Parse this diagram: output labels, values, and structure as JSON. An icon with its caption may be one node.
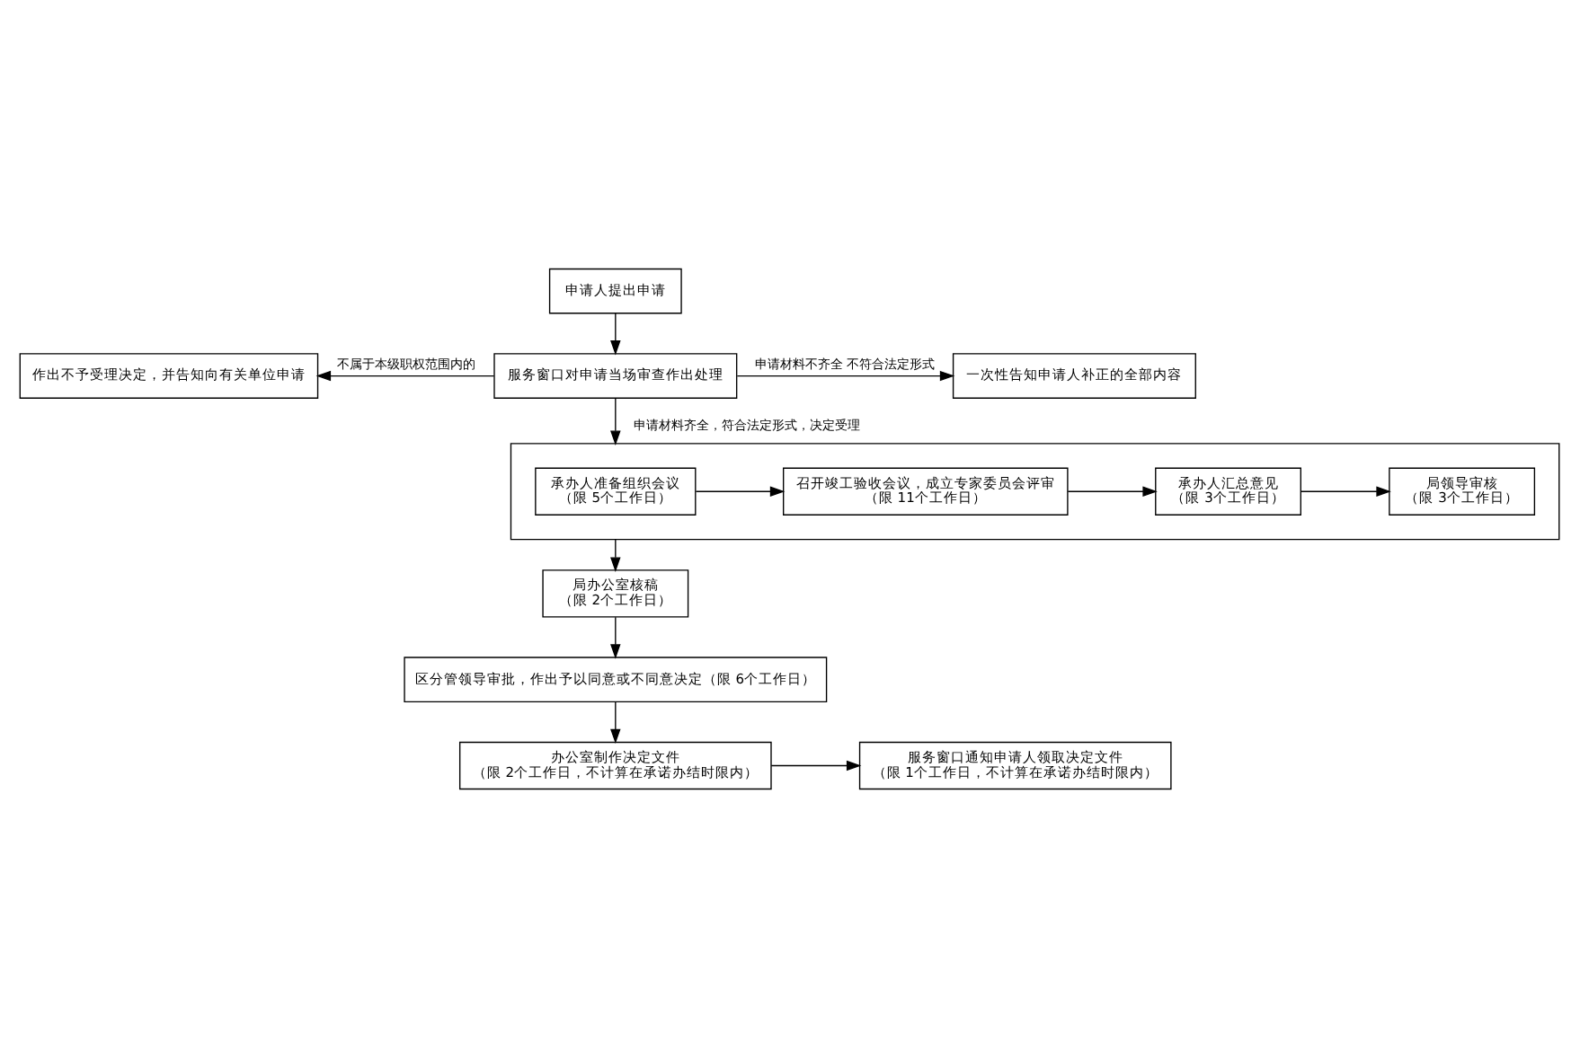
{
  "diagram": {
    "nodes": [
      {
        "text": [
          "申请人提出申请"
        ]
      },
      {
        "text": [
          "服务窗口对申请当场审查作出处理"
        ]
      },
      {
        "text": [
          "作出不予受理决定，并告知向有关单位申请"
        ]
      },
      {
        "text": [
          "一次性告知申请人补正的全部内容"
        ]
      },
      {
        "text": [],
        "shape": "box"
      },
      {
        "text": [
          "承办人准备组织会议",
          "（限 5个工作日）"
        ],
        "in": 4
      },
      {
        "text": [
          "召开竣工验收会议，成立专家委员会评审",
          "（限 11个工作日）"
        ],
        "in": 4
      },
      {
        "text": [
          "承办人汇总意见",
          "（限 3个工作日）"
        ],
        "in": 4
      },
      {
        "text": [
          "局领导审核",
          "（限 3个工作日）"
        ],
        "in": 4
      },
      {
        "text": [
          "局办公室核稿",
          "（限 2个工作日）"
        ]
      },
      {
        "text": [
          "区分管领导审批，作出予以同意或不同意决定（限 6个工作日）"
        ]
      },
      {
        "text": [
          "办公室制作决定文件",
          "（限 2个工作日，不计算在承诺办结时限内）"
        ]
      },
      {
        "text": [
          "服务窗口通知申请人领取决定文件",
          "（限 1个工作日，不计算在承诺办结时限内）"
        ]
      }
    ],
    "edges": [
      {
        "from": 0,
        "to": 1,
        "arrow": "to"
      },
      {
        "from": 1,
        "to": 2,
        "arrow": "to",
        "label": "不属于本级职权范围内的"
      },
      {
        "from": 1,
        "to": 3,
        "arrow": "to",
        "label": "申请材料不齐全 不符合法定形式"
      },
      {
        "from": 1,
        "to": 4,
        "arrow": "to",
        "label": "申请材料齐全，符合法定形式，决定受理"
      },
      {
        "from": 5,
        "to": 6,
        "arrow": "to"
      },
      {
        "from": 6,
        "to": 7,
        "arrow": "to"
      },
      {
        "from": 7,
        "to": 8,
        "arrow": "to"
      },
      {
        "from": 4,
        "to": 9,
        "arrow": "to"
      },
      {
        "from": 9,
        "to": 10,
        "arrow": "to"
      },
      {
        "from": 10,
        "to": 11,
        "arrow": "to"
      },
      {
        "from": 11,
        "to": 12,
        "arrow": "to"
      }
    ]
  }
}
